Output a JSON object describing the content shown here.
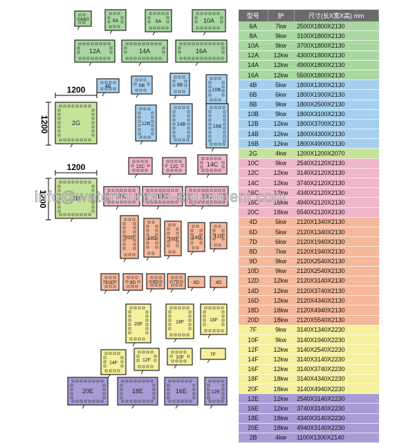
{
  "watermark": "info@waterfountain-equipment.com",
  "dimension_label": "1200",
  "colors": {
    "green": "#a8d8a0",
    "blue": "#a6cfee",
    "lime": "#c6e39a",
    "pink": "#efb5c9",
    "orange": "#f5b89a",
    "yellow": "#f4f09c",
    "purple": "#a99bd6"
  },
  "table": {
    "headers": [
      "型号",
      "炉",
      "尺寸(长X宽X高) mm"
    ],
    "groups": [
      {
        "color": "green",
        "rows": [
          [
            "6A",
            "7kw",
            "2500X1800X2130"
          ],
          [
            "8A",
            "9kw",
            "3100X1800X2130"
          ],
          [
            "10A",
            "9kw",
            "3700X1800X2130"
          ],
          [
            "12A",
            "12kw",
            "4300X1800X2130"
          ],
          [
            "14A",
            "12kw",
            "4900X1800X2130"
          ],
          [
            "16A",
            "12kw",
            "5500X1800X2130"
          ]
        ]
      },
      {
        "color": "blue",
        "rows": [
          [
            "4B",
            "5kw",
            "1800X1300X2130"
          ],
          [
            "6B",
            "6kw",
            "1800X1900X2130"
          ],
          [
            "8B",
            "9kw",
            "1800X2500X2130"
          ],
          [
            "10B",
            "9kw",
            "1800X3100X2130"
          ],
          [
            "12B",
            "12kw",
            "1800X3700X2130"
          ],
          [
            "14B",
            "12kw",
            "1800X4300X2130"
          ],
          [
            "16B",
            "12kw",
            "1800X4900X2130"
          ]
        ]
      },
      {
        "color": "lime",
        "rows": [
          [
            "2G",
            "4kw",
            "1200X1200X2070"
          ]
        ]
      },
      {
        "color": "pink",
        "rows": [
          [
            "10C",
            "9kw",
            "2540X2120X2130"
          ],
          [
            "12C",
            "12kw",
            "3140X2120X2130"
          ],
          [
            "14C",
            "12kw",
            "3740X2120X2130"
          ],
          [
            "16C",
            "12kw",
            "4340X2120X2130"
          ],
          [
            "18C",
            "18kw",
            "4940X2120X2130"
          ],
          [
            "20C",
            "18kw",
            "5540X2120X2130"
          ]
        ]
      },
      {
        "color": "orange",
        "rows": [
          [
            "4D",
            "5kw",
            "2120X1340X2130"
          ],
          [
            "6D",
            "5kw",
            "2120X1340X2130"
          ],
          [
            "7D",
            "6kw",
            "2120X1940X2130"
          ],
          [
            "8D",
            "7kw",
            "2120X1940X2130"
          ],
          [
            "9D",
            "9kw",
            "2120X2540X2130"
          ],
          [
            "10D",
            "9kw",
            "2120X2540X2130"
          ],
          [
            "12D",
            "12kw",
            "2120X3140X2130"
          ],
          [
            "14D",
            "12kw",
            "2120X3740X2130"
          ],
          [
            "16D",
            "12kw",
            "2120X4340X2130"
          ],
          [
            "18D",
            "18kw",
            "2120X4940X2130"
          ],
          [
            "20D",
            "18kw",
            "2120X5540X2130"
          ]
        ]
      },
      {
        "color": "yellow",
        "rows": [
          [
            "7F",
            "9kw",
            "3140X1340X2230"
          ],
          [
            "10F",
            "9kw",
            "3140X1940X2230"
          ],
          [
            "12F",
            "12kw",
            "3140X2540X2230"
          ],
          [
            "14F",
            "12kw",
            "3140X3140X2230"
          ],
          [
            "16F",
            "12kw",
            "3140X3740X2230"
          ],
          [
            "18F",
            "18kw",
            "3140X4340X2230"
          ],
          [
            "20F",
            "18kw",
            "3140X4940X2230"
          ]
        ]
      },
      {
        "color": "purple",
        "rows": [
          [
            "12E",
            "12kw",
            "2540X3140X2230"
          ],
          [
            "16E",
            "12kw",
            "3740X3140X2230"
          ],
          [
            "18E",
            "18kw",
            "4340X3140X2230"
          ],
          [
            "20E",
            "18kw",
            "4940X3140X2230"
          ],
          [
            "2B",
            "4kw",
            "1100X1300X2140"
          ]
        ]
      }
    ]
  },
  "rooms": [
    {
      "label": "4A",
      "color": "green"
    },
    {
      "label": "6A",
      "color": "green"
    },
    {
      "label": "8A",
      "color": "green"
    },
    {
      "label": "10A",
      "color": "green"
    },
    {
      "label": "12A",
      "color": "green"
    },
    {
      "label": "14A",
      "color": "green"
    },
    {
      "label": "16A",
      "color": "green"
    },
    {
      "label": "4B",
      "color": "blue"
    },
    {
      "label": "6B",
      "color": "blue"
    },
    {
      "label": "8B",
      "color": "blue"
    },
    {
      "label": "10B",
      "color": "blue"
    },
    {
      "label": "12B",
      "color": "blue"
    },
    {
      "label": "14B",
      "color": "blue"
    },
    {
      "label": "16B",
      "color": "blue"
    },
    {
      "label": "2G",
      "color": "lime"
    },
    {
      "label": "2B",
      "color": "lime"
    },
    {
      "label": "10C",
      "color": "pink"
    },
    {
      "label": "12C",
      "color": "pink"
    },
    {
      "label": "14C",
      "color": "pink"
    },
    {
      "label": "16C",
      "color": "pink"
    },
    {
      "label": "18C",
      "color": "pink"
    },
    {
      "label": "20C",
      "color": "pink"
    },
    {
      "label": "20D",
      "color": "orange"
    },
    {
      "label": "18D",
      "color": "orange"
    },
    {
      "label": "16D",
      "color": "orange"
    },
    {
      "label": "14D",
      "color": "orange"
    },
    {
      "label": "12D",
      "color": "orange"
    },
    {
      "label": "10D",
      "color": "orange"
    },
    {
      "label": "9D",
      "color": "orange"
    },
    {
      "label": "8D",
      "color": "orange"
    },
    {
      "label": "7D",
      "color": "orange"
    },
    {
      "label": "6D",
      "color": "orange"
    },
    {
      "label": "4D",
      "color": "orange"
    },
    {
      "label": "20F",
      "color": "yellow"
    },
    {
      "label": "18F",
      "color": "yellow"
    },
    {
      "label": "16F",
      "color": "yellow"
    },
    {
      "label": "14F",
      "color": "yellow"
    },
    {
      "label": "12F",
      "color": "yellow"
    },
    {
      "label": "10F",
      "color": "yellow"
    },
    {
      "label": "7F",
      "color": "yellow"
    },
    {
      "label": "20E",
      "color": "purple"
    },
    {
      "label": "18E",
      "color": "purple"
    },
    {
      "label": "16E",
      "color": "purple"
    },
    {
      "label": "12E",
      "color": "purple"
    }
  ]
}
